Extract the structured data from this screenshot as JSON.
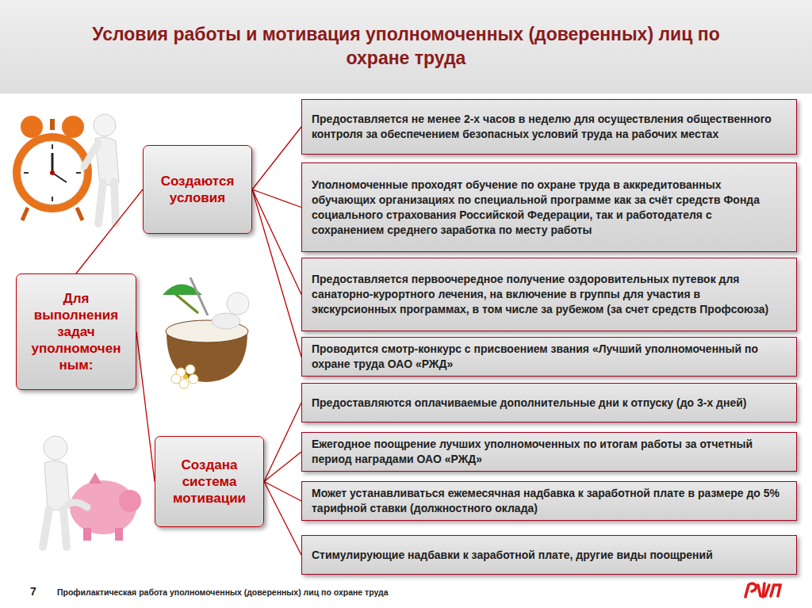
{
  "diagram": {
    "title": "Условия работы и мотивация уполномоченных (доверенных) лиц по охране труда",
    "nodes": [
      {
        "text": [
          "Для выполнения задач уполномочен ным:"
        ]
      },
      {
        "text": [
          "Создаются условия"
        ]
      },
      {
        "text": [
          "Создана система мотивации"
        ]
      },
      {
        "text": [
          "Предоставляется не менее 2-х часов в неделю для осуществления общественного контроля за обеспечением безопасных условий труда на рабочих местах"
        ]
      },
      {
        "text": [
          "Уполномоченные проходят обучение по охране труда в аккредитованных обучающих организациях по специальной программе как за счёт средств Фонда социального страхования Российской Федерации, так и работодателя с сохранением среднего заработка по месту работы"
        ]
      },
      {
        "text": [
          "Предоставляется первоочередное получение оздоровительных путевок для санаторно-курортного лечения, на включение в группы для участия в экскурсионных программах, в том числе за рубежом (за счет средств Профсоюза)"
        ]
      },
      {
        "text": [
          "Проводится смотр-конкурс с присвоением звания «Лучший уполномоченный по охране труда ОАО «РЖД»"
        ]
      },
      {
        "text": [
          "Предоставляются оплачиваемые дополнительные дни к отпуску (до 3-х дней)"
        ]
      },
      {
        "text": [
          "Ежегодное поощрение лучших уполномоченных по итогам работы за отчетный период наградами ОАО «РЖД»"
        ]
      },
      {
        "text": [
          "Может устанавливаться ежемесячная надбавка к заработной плате в размере до 5% тарифной ставки (должностного оклада)"
        ]
      },
      {
        "text": [
          "Стимулирующие надбавки к заработной плате, другие виды поощрений"
        ]
      }
    ],
    "edges": [
      {
        "from": 0,
        "to": 1,
        "arrow": "none"
      },
      {
        "from": 0,
        "to": 2,
        "arrow": "none"
      },
      {
        "from": 1,
        "to": 3,
        "arrow": "none"
      },
      {
        "from": 1,
        "to": 4,
        "arrow": "none"
      },
      {
        "from": 1,
        "to": 5,
        "arrow": "none"
      },
      {
        "from": 1,
        "to": 6,
        "arrow": "none"
      },
      {
        "from": 2,
        "to": 7,
        "arrow": "none"
      },
      {
        "from": 2,
        "to": 8,
        "arrow": "none"
      },
      {
        "from": 2,
        "to": 9,
        "arrow": "none"
      },
      {
        "from": 2,
        "to": 10,
        "arrow": "none"
      }
    ],
    "labels": [
      "7",
      "Профилактическая работа уполномоченных (доверенных) лиц по охране труда"
    ]
  }
}
